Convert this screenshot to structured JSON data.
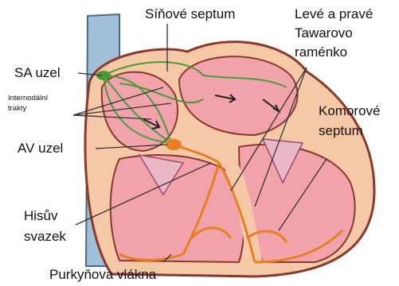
{
  "labels": {
    "sinove_septum": "Síňové septum",
    "leve_prave_1": "Levé a pravé",
    "leve_prave_2": "Tawarovo",
    "leve_prave_3": "raménko",
    "sa_uzel": "SA uzel",
    "internodalni_1": "Internodální",
    "internodalni_2": "trakty",
    "komorove_1": "Komorové",
    "komorove_2": "septum",
    "av_uzel": "AV uzel",
    "hisuv_1": "Hisův",
    "hisuv_2": "svazek",
    "purkynova": "Purkyňova vlákna"
  },
  "colors": {
    "vessel": "#9fc0d8",
    "heart_wall": "#f5c9a8",
    "chamber": "#f2a2aa",
    "conduction": "#e67e22",
    "internodal_tracts": "#4a9a3a"
  }
}
